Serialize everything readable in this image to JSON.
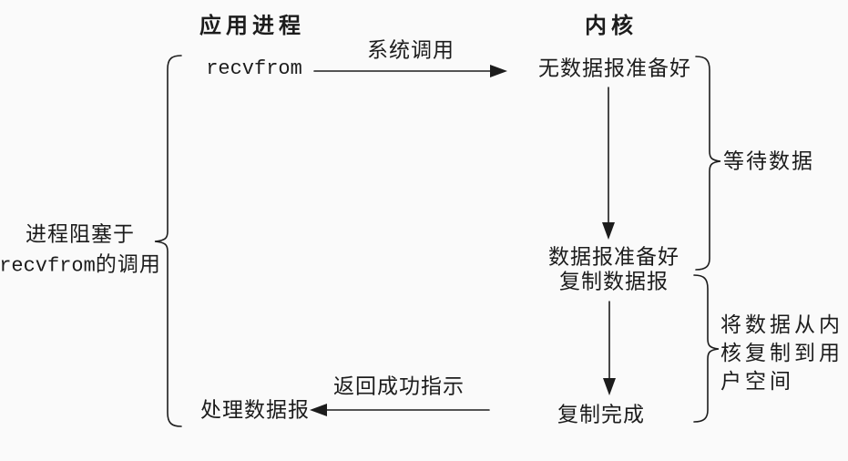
{
  "colors": {
    "ink": "#1c1c1c",
    "background": "#fafafa"
  },
  "headers": {
    "application_process": "应用进程",
    "kernel": "内核"
  },
  "nodes": {
    "recvfrom_call": "recvfrom",
    "no_datagram_ready": "无数据报准备好",
    "datagram_ready": "数据报准备好",
    "copy_datagram": "复制数据报",
    "copy_complete": "复制完成",
    "process_datagram": "处理数据报"
  },
  "arrow_labels": {
    "system_call": "系统调用",
    "return_success": "返回成功指示"
  },
  "brace_labels": {
    "process_blocked_line1": "进程阻塞于",
    "process_blocked_code": "recvfrom",
    "process_blocked_suffix": "的调用",
    "wait_for_data": "等待数据",
    "copy_kernel_to_user": "将数据从内核复制到用户空间"
  }
}
